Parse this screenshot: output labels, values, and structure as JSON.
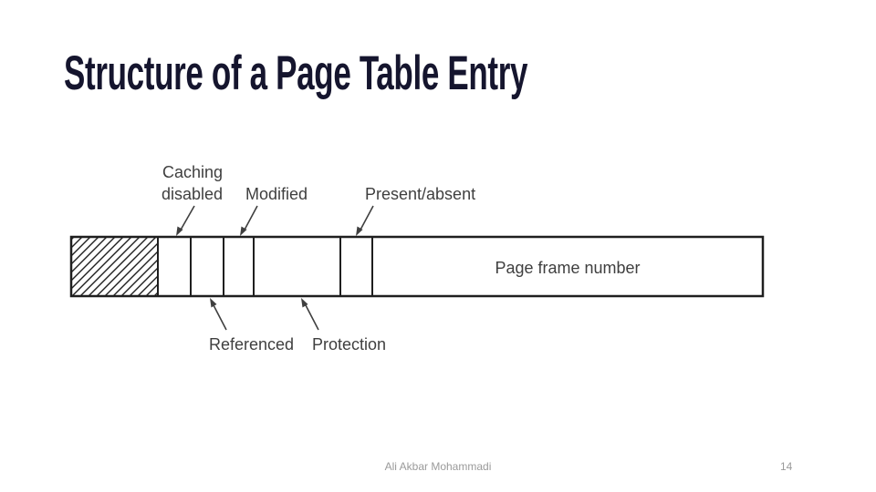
{
  "slide": {
    "title": "Structure of a Page Table Entry",
    "footer": {
      "author": "Ali Akbar Mohammadi",
      "page_number": "14"
    }
  },
  "diagram": {
    "description": "Page table entry layout: hatched unused field, flag bit cells, page frame number field",
    "labels": {
      "caching_line1": "Caching",
      "caching_line2": "disabled",
      "modified": "Modified",
      "present_absent": "Present/absent",
      "referenced": "Referenced",
      "protection": "Protection",
      "page_frame": "Page frame number"
    }
  },
  "colors": {
    "title-color": "#15152e",
    "line-color": "#1f1f1f",
    "label-color": "#3f3f3f",
    "footer-color": "#9a9a9a",
    "bg-color": "#ffffff"
  }
}
